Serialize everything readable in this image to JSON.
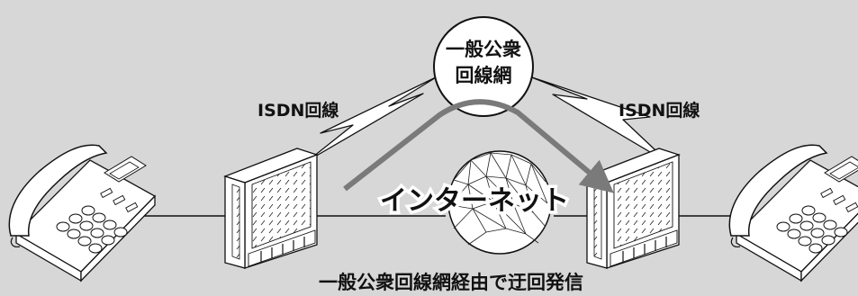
{
  "network": {
    "line1": "一般公衆",
    "line2": "回線網"
  },
  "isdn_left": "ISDN回線",
  "isdn_right": "ISDN回線",
  "internet": "インターネット",
  "caption": "一般公衆回線網経由で迂回発信",
  "colors": {
    "background": "#d7d7d7",
    "route_arrow": "#7a7a7a",
    "device_fill": "#ffffff",
    "outline": "#111111"
  }
}
